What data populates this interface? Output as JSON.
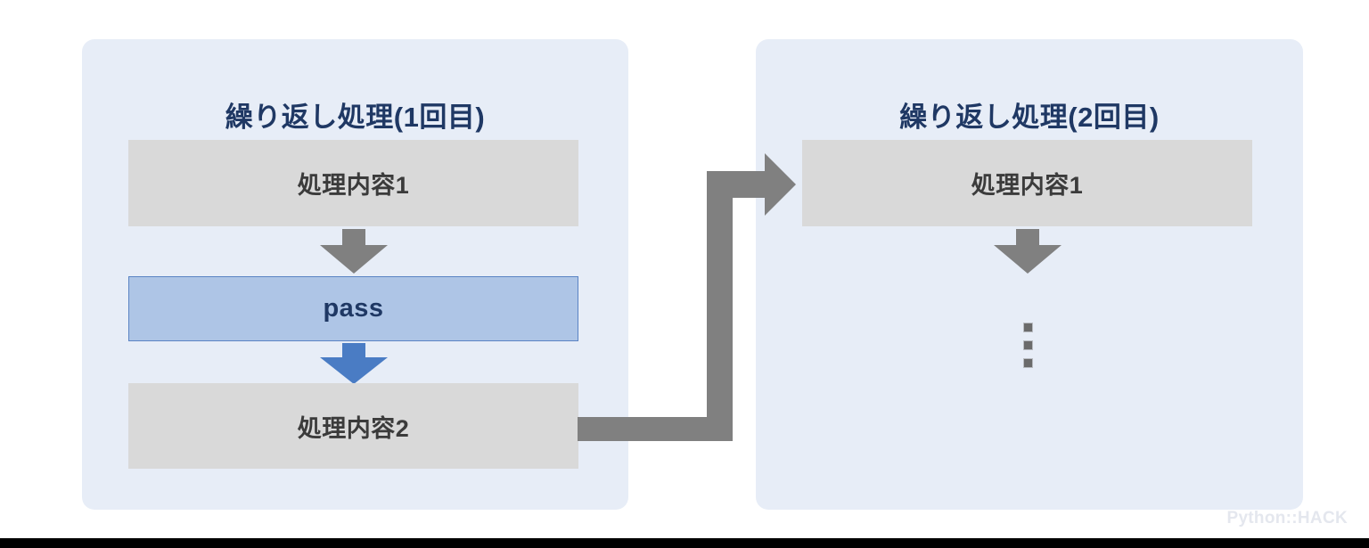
{
  "diagram": {
    "title_color": "#1f3864",
    "panel_bg": "#e7edf7",
    "box_bg": "#d9d9d9",
    "pass_bg": "#aec5e6",
    "pass_border": "#5b84c4",
    "arrow_gray": "#808080",
    "arrow_blue": "#4a7cc4",
    "panels": [
      {
        "id": "loop-1",
        "title": "繰り返し処理(1回目)",
        "steps": [
          {
            "type": "process",
            "label": "処理内容1"
          },
          {
            "type": "arrow",
            "label": "arrow-down-gray"
          },
          {
            "type": "keyword",
            "label": "pass"
          },
          {
            "type": "arrow",
            "label": "arrow-down-blue"
          },
          {
            "type": "process",
            "label": "処理内容2"
          }
        ]
      },
      {
        "id": "loop-2",
        "title": "繰り返し処理(2回目)",
        "steps": [
          {
            "type": "process",
            "label": "処理内容1"
          },
          {
            "type": "arrow",
            "label": "arrow-down-gray"
          },
          {
            "type": "ellipsis",
            "label": "⋮"
          }
        ]
      }
    ],
    "connector": {
      "label": "loop-back-arrow",
      "from": "処理内容2",
      "to": "処理内容1"
    }
  },
  "watermark": {
    "text": "Python::HACK"
  }
}
